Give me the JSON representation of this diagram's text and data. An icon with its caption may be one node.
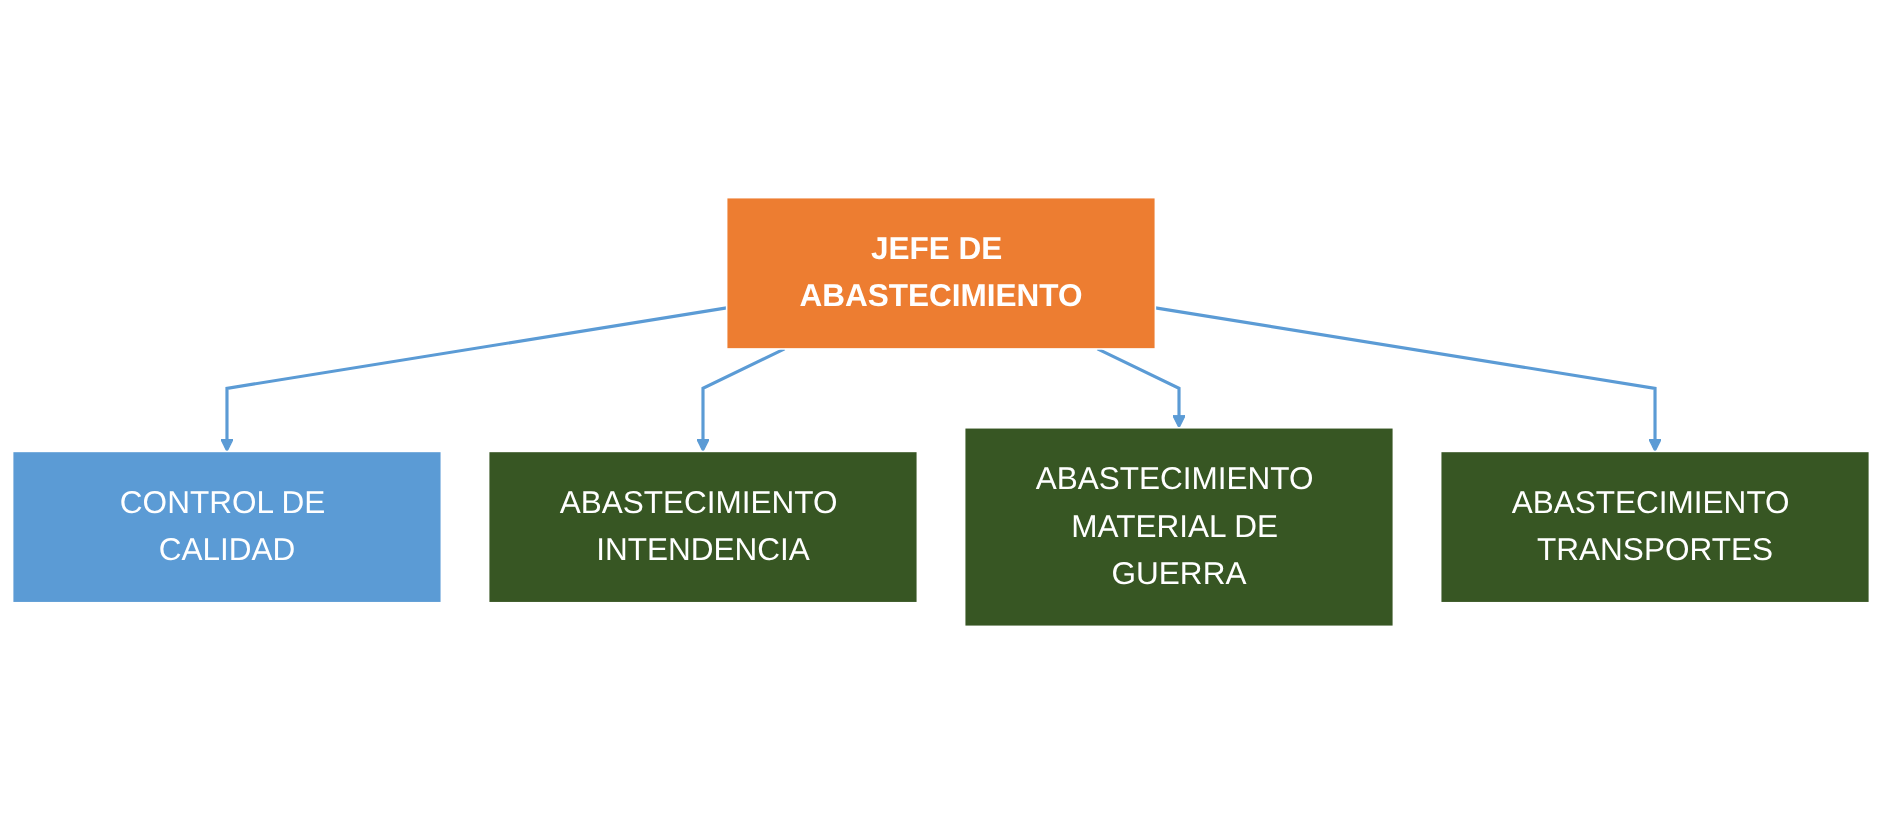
{
  "diagram": {
    "nodes": [
      {
        "text": [
          "JEFE DE ABASTECIMIENTO"
        ]
      },
      {
        "text": [
          "CONTROL DE CALIDAD"
        ]
      },
      {
        "text": [
          "ABASTECIMIENTO INTENDENCIA"
        ]
      },
      {
        "text": [
          "ABASTECIMIENTO MATERIAL DE GUERRA"
        ]
      },
      {
        "text": [
          "ABASTECIMIENTO TRANSPORTES"
        ]
      }
    ],
    "edges": [
      {
        "from": 0,
        "to": 1,
        "arrow": "to"
      },
      {
        "from": 0,
        "to": 2,
        "arrow": "to"
      },
      {
        "from": 0,
        "to": 3,
        "arrow": "to"
      },
      {
        "from": 0,
        "to": 4,
        "arrow": "to"
      }
    ]
  }
}
